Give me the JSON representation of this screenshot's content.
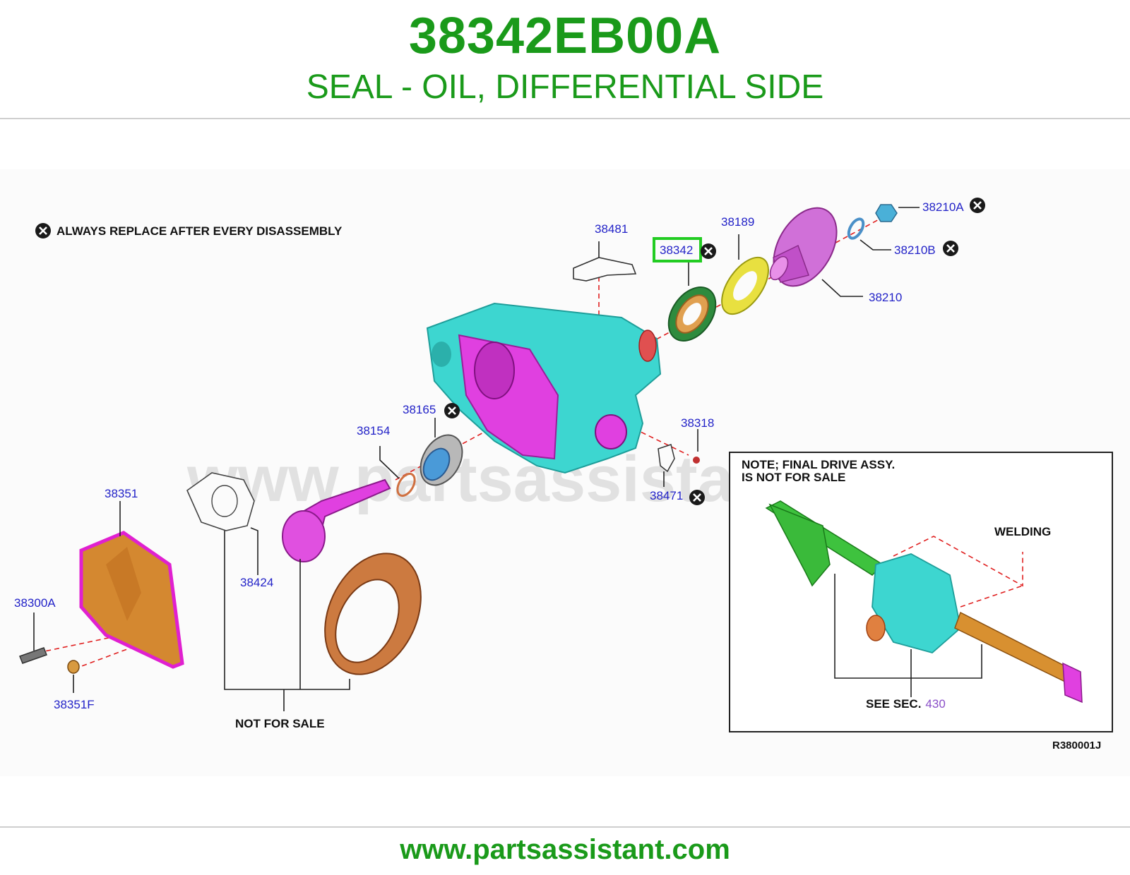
{
  "header": {
    "part_number": "38342EB00A",
    "description": "SEAL - OIL, DIFFERENTIAL SIDE"
  },
  "legend": {
    "icon": "replace-x-icon",
    "text": "ALWAYS REPLACE AFTER EVERY DISASSEMBLY"
  },
  "callouts": {
    "c38481": "38481",
    "c38342": "38342",
    "c38189": "38189",
    "c38210A": "38210A",
    "c38210B": "38210B",
    "c38210": "38210",
    "c38165": "38165",
    "c38154": "38154",
    "c38318": "38318",
    "c38471": "38471",
    "c38351": "38351",
    "c38424": "38424",
    "c38300A": "38300A",
    "c38351F": "38351F"
  },
  "highlight_color": "#22cc22",
  "not_for_sale": "NOT FOR SALE",
  "inset": {
    "note_line1": "NOTE; FINAL DRIVE ASSY.",
    "note_line2": "IS NOT FOR SALE",
    "welding": "WELDING",
    "see_sec": "SEE SEC.",
    "see_sec_link": "430"
  },
  "figure_code": "R380001J",
  "watermark": "www.partsassistant.com",
  "footer": {
    "url": "www.partsassistant.com"
  }
}
